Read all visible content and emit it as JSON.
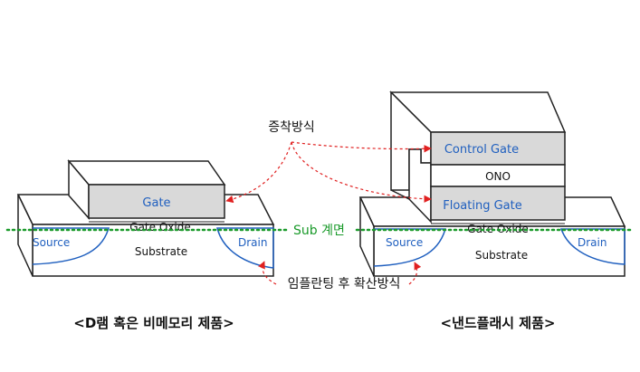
{
  "left_device": {
    "gate": "Gate",
    "gate_oxide": "Gate Oxide",
    "source": "Source",
    "drain": "Drain",
    "substrate": "Substrate",
    "caption": "<D램 혹은 비메모리 제품>"
  },
  "right_device": {
    "control_gate": "Control Gate",
    "ono": "ONO",
    "floating_gate": "Floating Gate",
    "gate_oxide": "Gate Oxide",
    "source": "Source",
    "drain": "Drain",
    "substrate": "Substrate",
    "caption": "<낸드플래시 제품>"
  },
  "annotations": {
    "deposition": "증착방식",
    "sub_interface": "Sub 계면",
    "implant": "임플란팅 후 확산방식"
  },
  "colors": {
    "blue_text": "#1f5fbf",
    "green_line": "#1a9a2a",
    "red_arrow": "#e02020",
    "gate_fill": "#d9d9d9"
  }
}
